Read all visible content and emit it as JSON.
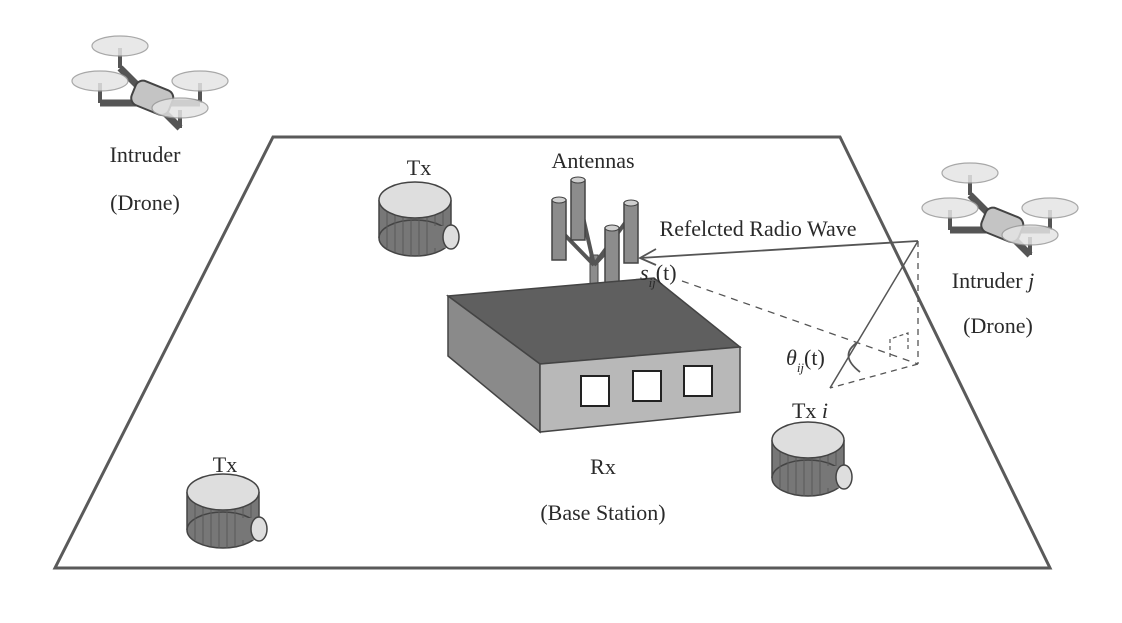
{
  "labels": {
    "intruder_left": "Intruder",
    "intruder_left_type": "(Drone)",
    "tx_top": "Tx",
    "tx_bottom_left": "Tx",
    "antennas": "Antennas",
    "reflected_wave": "Refelcted Radio Wave",
    "signal_main": "s",
    "signal_sub": "ij",
    "signal_arg": "(t)",
    "angle_main": "θ",
    "angle_sub": "ij",
    "angle_arg": "(t)",
    "intruder_j": "Intruder",
    "intruder_j_index": "j",
    "intruder_j_type": "(Drone)",
    "tx_i": "Tx",
    "tx_i_index": "i",
    "rx": "Rx",
    "rx_type": "(Base Station)"
  },
  "colors": {
    "outline": "#5a5a5a",
    "roof": "#5f5f5f",
    "side": "#8a8a8a",
    "front": "#b8b8b8",
    "tx_body": "#777777",
    "tx_top": "#dedede",
    "antenna": "#8c8c8c",
    "drone_body": "#c4c4c4",
    "propeller": "#e4e4e4",
    "text": "#2a2a2a"
  },
  "icons": [
    "drone-icon",
    "transmitter-icon",
    "base-station-icon",
    "antenna-icon"
  ]
}
